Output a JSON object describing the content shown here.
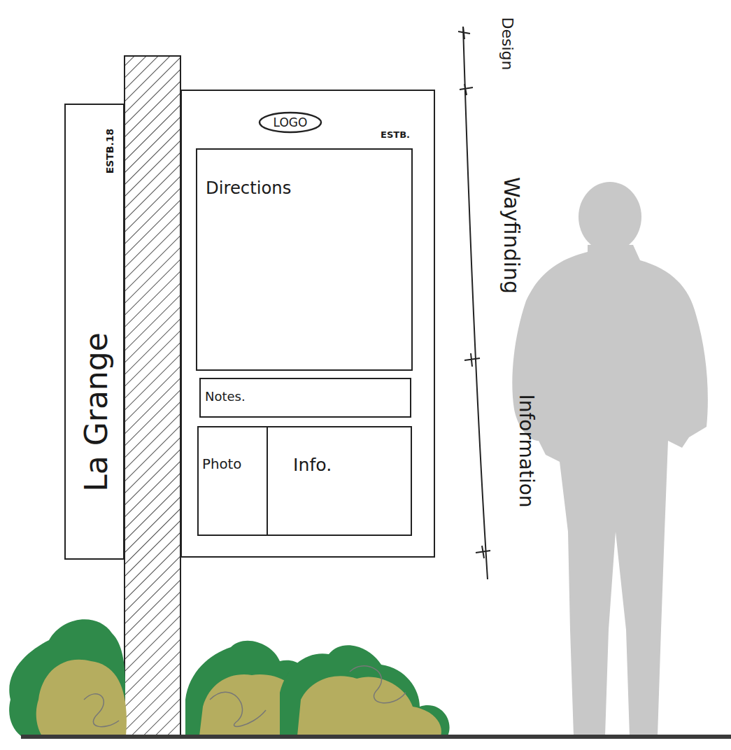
{
  "diagram": {
    "nodes": [
      {
        "text": [
          "La Grange",
          "ESTB.18"
        ]
      },
      {
        "text": [
          "ESTB."
        ]
      },
      {
        "text": [
          "LOGO"
        ],
        "in": 1
      },
      {
        "text": [
          "Directions"
        ],
        "in": 1
      },
      {
        "text": [
          "Notes."
        ],
        "in": 1
      },
      {
        "text": [
          "Photo"
        ],
        "in": 1
      },
      {
        "text": [
          "Info."
        ],
        "in": 1
      }
    ],
    "labels": [
      "Design",
      "Wayfinding",
      "Information"
    ]
  }
}
